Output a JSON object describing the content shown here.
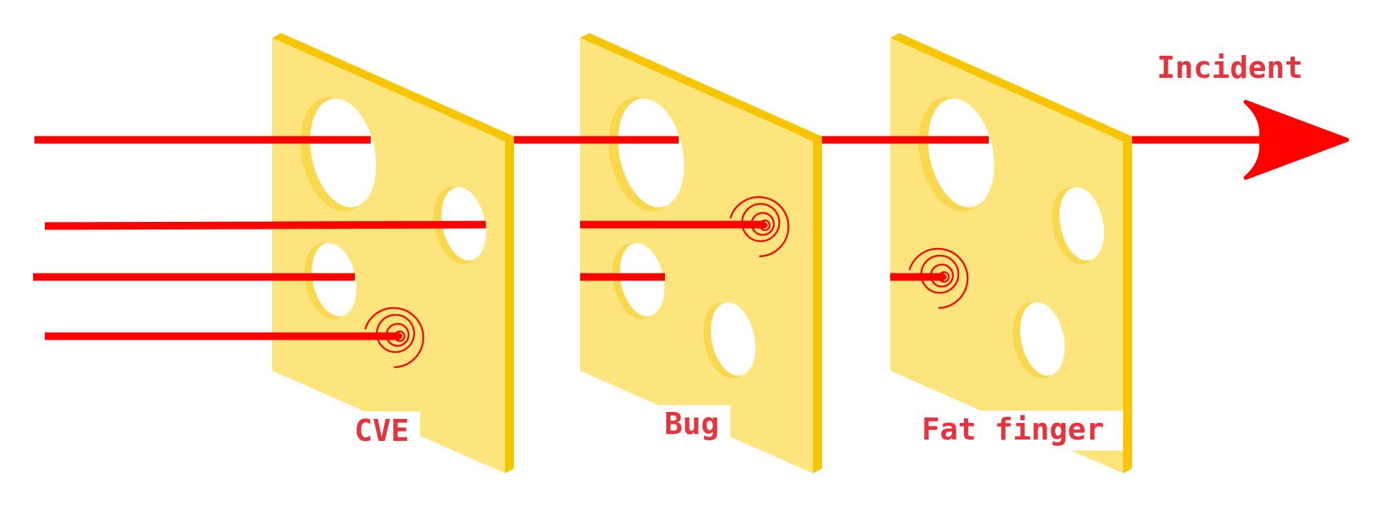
{
  "diagram": {
    "slices": [
      {
        "label": "CVE"
      },
      {
        "label": "Bug"
      },
      {
        "label": "Fat finger"
      }
    ],
    "outcome_label": "Incident"
  },
  "colors": {
    "cheese_face": "#fde47d",
    "cheese_edge": "#f7c600",
    "cheese_hole_rim": "#fad84e",
    "threat_line": "#ff0000",
    "label_text": "#e8323c",
    "background": "#ffffff"
  }
}
